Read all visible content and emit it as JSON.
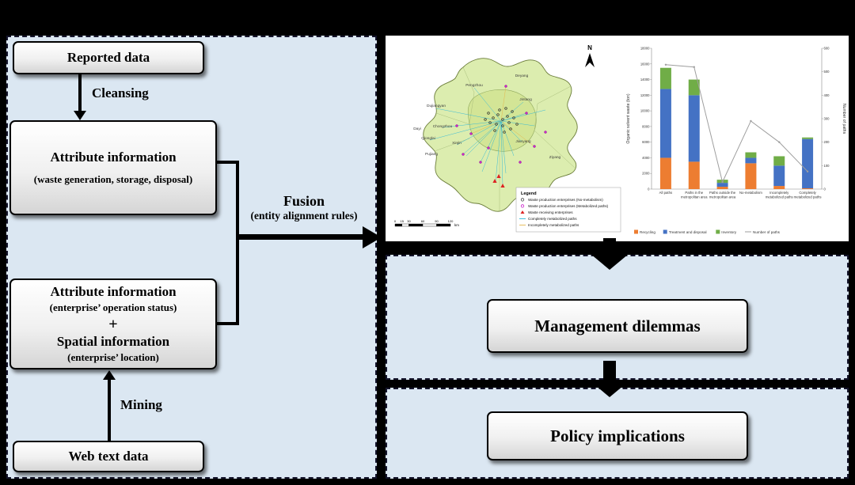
{
  "flowchart": {
    "reported_box": "Reported data",
    "cleansing_label": "Cleansing",
    "attr1": {
      "title": "Attribute information",
      "subtitle": "(waste generation, storage, disposal)"
    },
    "attr2": {
      "title": "Attribute information",
      "subtitle": "(enterprise’ operation status)",
      "plus": "+",
      "title2": "Spatial information",
      "subtitle2": "(enterprise’ location)"
    },
    "mining_label": "Mining",
    "web_box": "Web text data",
    "fusion": {
      "title": "Fusion",
      "subtitle": "(entity alignment rules)"
    }
  },
  "outcome": {
    "management_box": "Management dilemmas",
    "policy_box": "Policy implications"
  },
  "map": {
    "north_label": "N",
    "legend": {
      "title": "Legend",
      "items": [
        {
          "label": "Waste production enterprises (No-metabolism)",
          "marker": "circle-open",
          "color": "#4a4a4a"
        },
        {
          "label": "Waste production enterprises (Metabolized paths)",
          "marker": "circle-open",
          "color": "#cc22cc"
        },
        {
          "label": "Waste receiving enterprises",
          "marker": "triangle",
          "color": "#dd2222"
        },
        {
          "label": "Completely metabolized paths",
          "marker": "line",
          "color": "#2ab6d9"
        },
        {
          "label": "Incompletely metabolized paths",
          "marker": "line",
          "color": "#e4b84d"
        }
      ]
    },
    "scale_bar": {
      "ticks": [
        "0",
        "15",
        "30",
        "60",
        "90",
        "120"
      ],
      "unit": "km"
    },
    "places": [
      "Pengzhou",
      "Dujiangyan",
      "Deyang",
      "Jintang",
      "Chongzhou",
      "Dayi",
      "Qionglai",
      "Pujiang",
      "Xinjin",
      "Jianyang",
      "Ziyang"
    ]
  },
  "chart_data": {
    "type": "bar",
    "stacked": true,
    "categories": [
      "All paths",
      "Paths in the\nmetropolitan area",
      "Paths outside the\nmetropolitan area",
      "No-metabolism",
      "Incompletely\nmetabolized paths",
      "Completely\nmetabolized paths"
    ],
    "series": [
      {
        "name": "Recycling",
        "color": "#ED7D31",
        "values": [
          4000,
          3500,
          300,
          3300,
          400,
          100
        ]
      },
      {
        "name": "Treatment and disposal",
        "color": "#4472C4",
        "values": [
          8800,
          8500,
          500,
          700,
          2600,
          6300
        ]
      },
      {
        "name": "Inventory",
        "color": "#70AD47",
        "values": [
          2700,
          2000,
          400,
          700,
          1200,
          200
        ]
      }
    ],
    "line_series": {
      "name": "Number of paths",
      "color": "#9e9e9e",
      "axis": "right",
      "values": [
        530,
        520,
        30,
        290,
        200,
        75
      ]
    },
    "title": "",
    "xlabel": "",
    "ylabel": "Organic solvent waste (ton)",
    "y2label": "Number of paths",
    "ylim": [
      0,
      18000
    ],
    "y2lim": [
      0,
      600
    ],
    "ytick_step": 2000,
    "y2tick_step": 100,
    "grid": false,
    "legend_position": "bottom"
  }
}
